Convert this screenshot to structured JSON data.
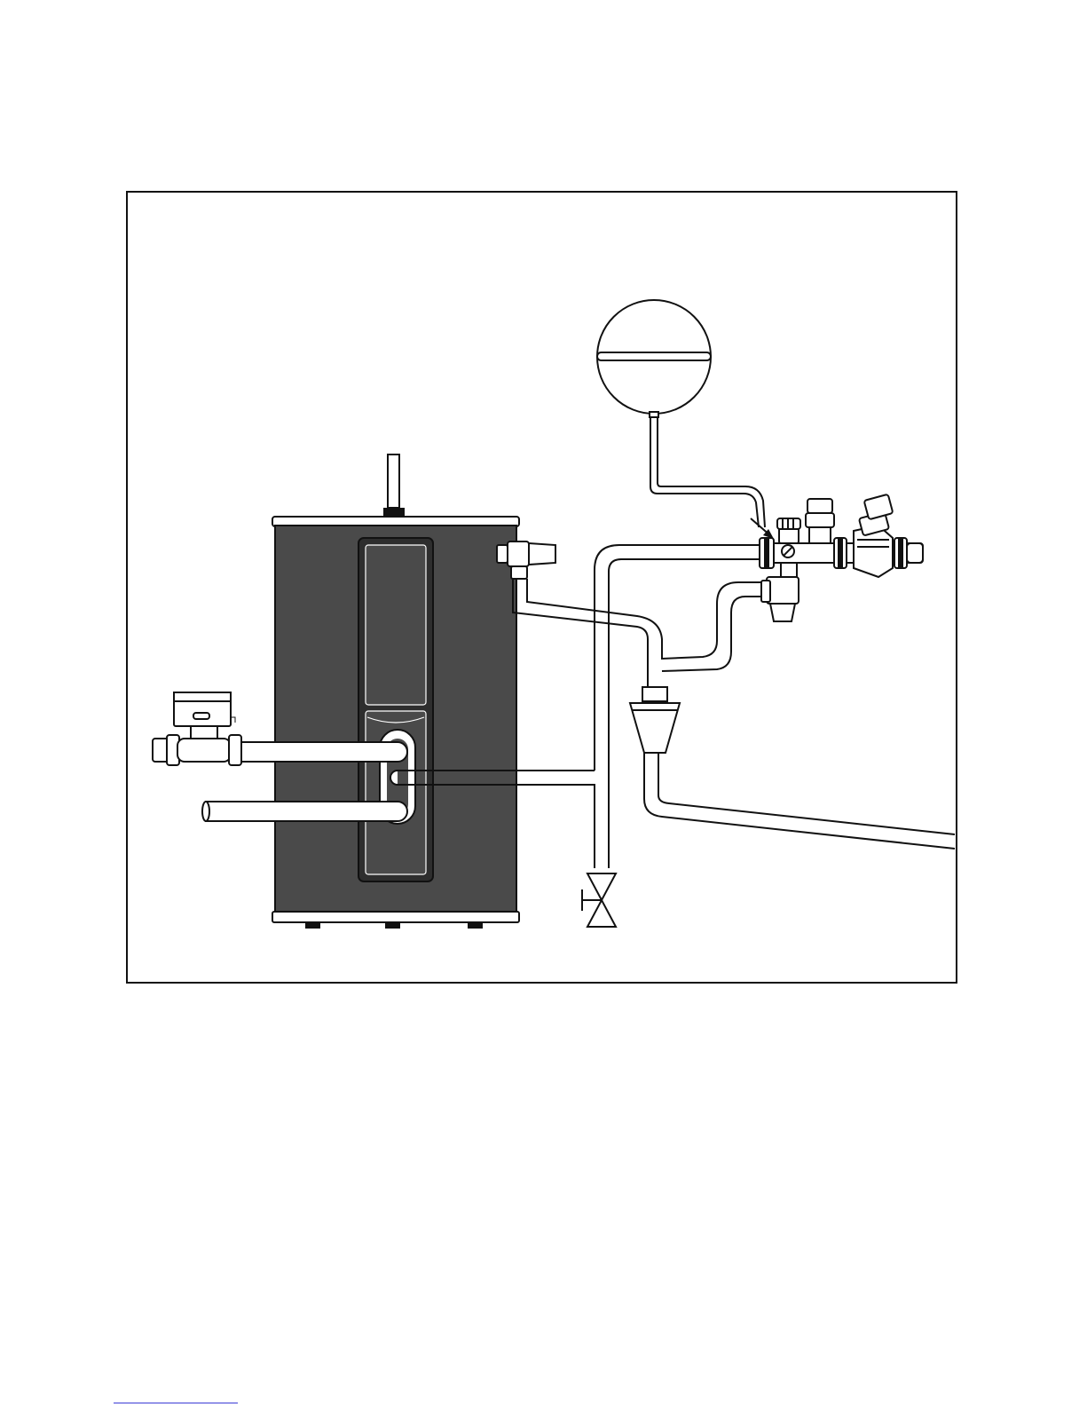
{
  "diagram": {
    "components": [
      {
        "id": "water-heater",
        "icon": "water-heater-cylinder-icon"
      },
      {
        "id": "expansion-vessel",
        "icon": "expansion-vessel-icon"
      },
      {
        "id": "inlet-valve-group",
        "icon": "pressure-reducing-valve-group-icon"
      },
      {
        "id": "temperature-relief-valve",
        "icon": "relief-valve-icon"
      },
      {
        "id": "motorised-valve",
        "icon": "motorised-valve-icon"
      },
      {
        "id": "tundish",
        "icon": "tundish-icon"
      },
      {
        "id": "drain-valve",
        "icon": "drain-cock-icon"
      }
    ],
    "colors": {
      "line": "#111111",
      "body": "#4a4a4a",
      "body_dark": "#2e2e2e",
      "background": "#ffffff",
      "link": "#3b3bd6"
    }
  }
}
